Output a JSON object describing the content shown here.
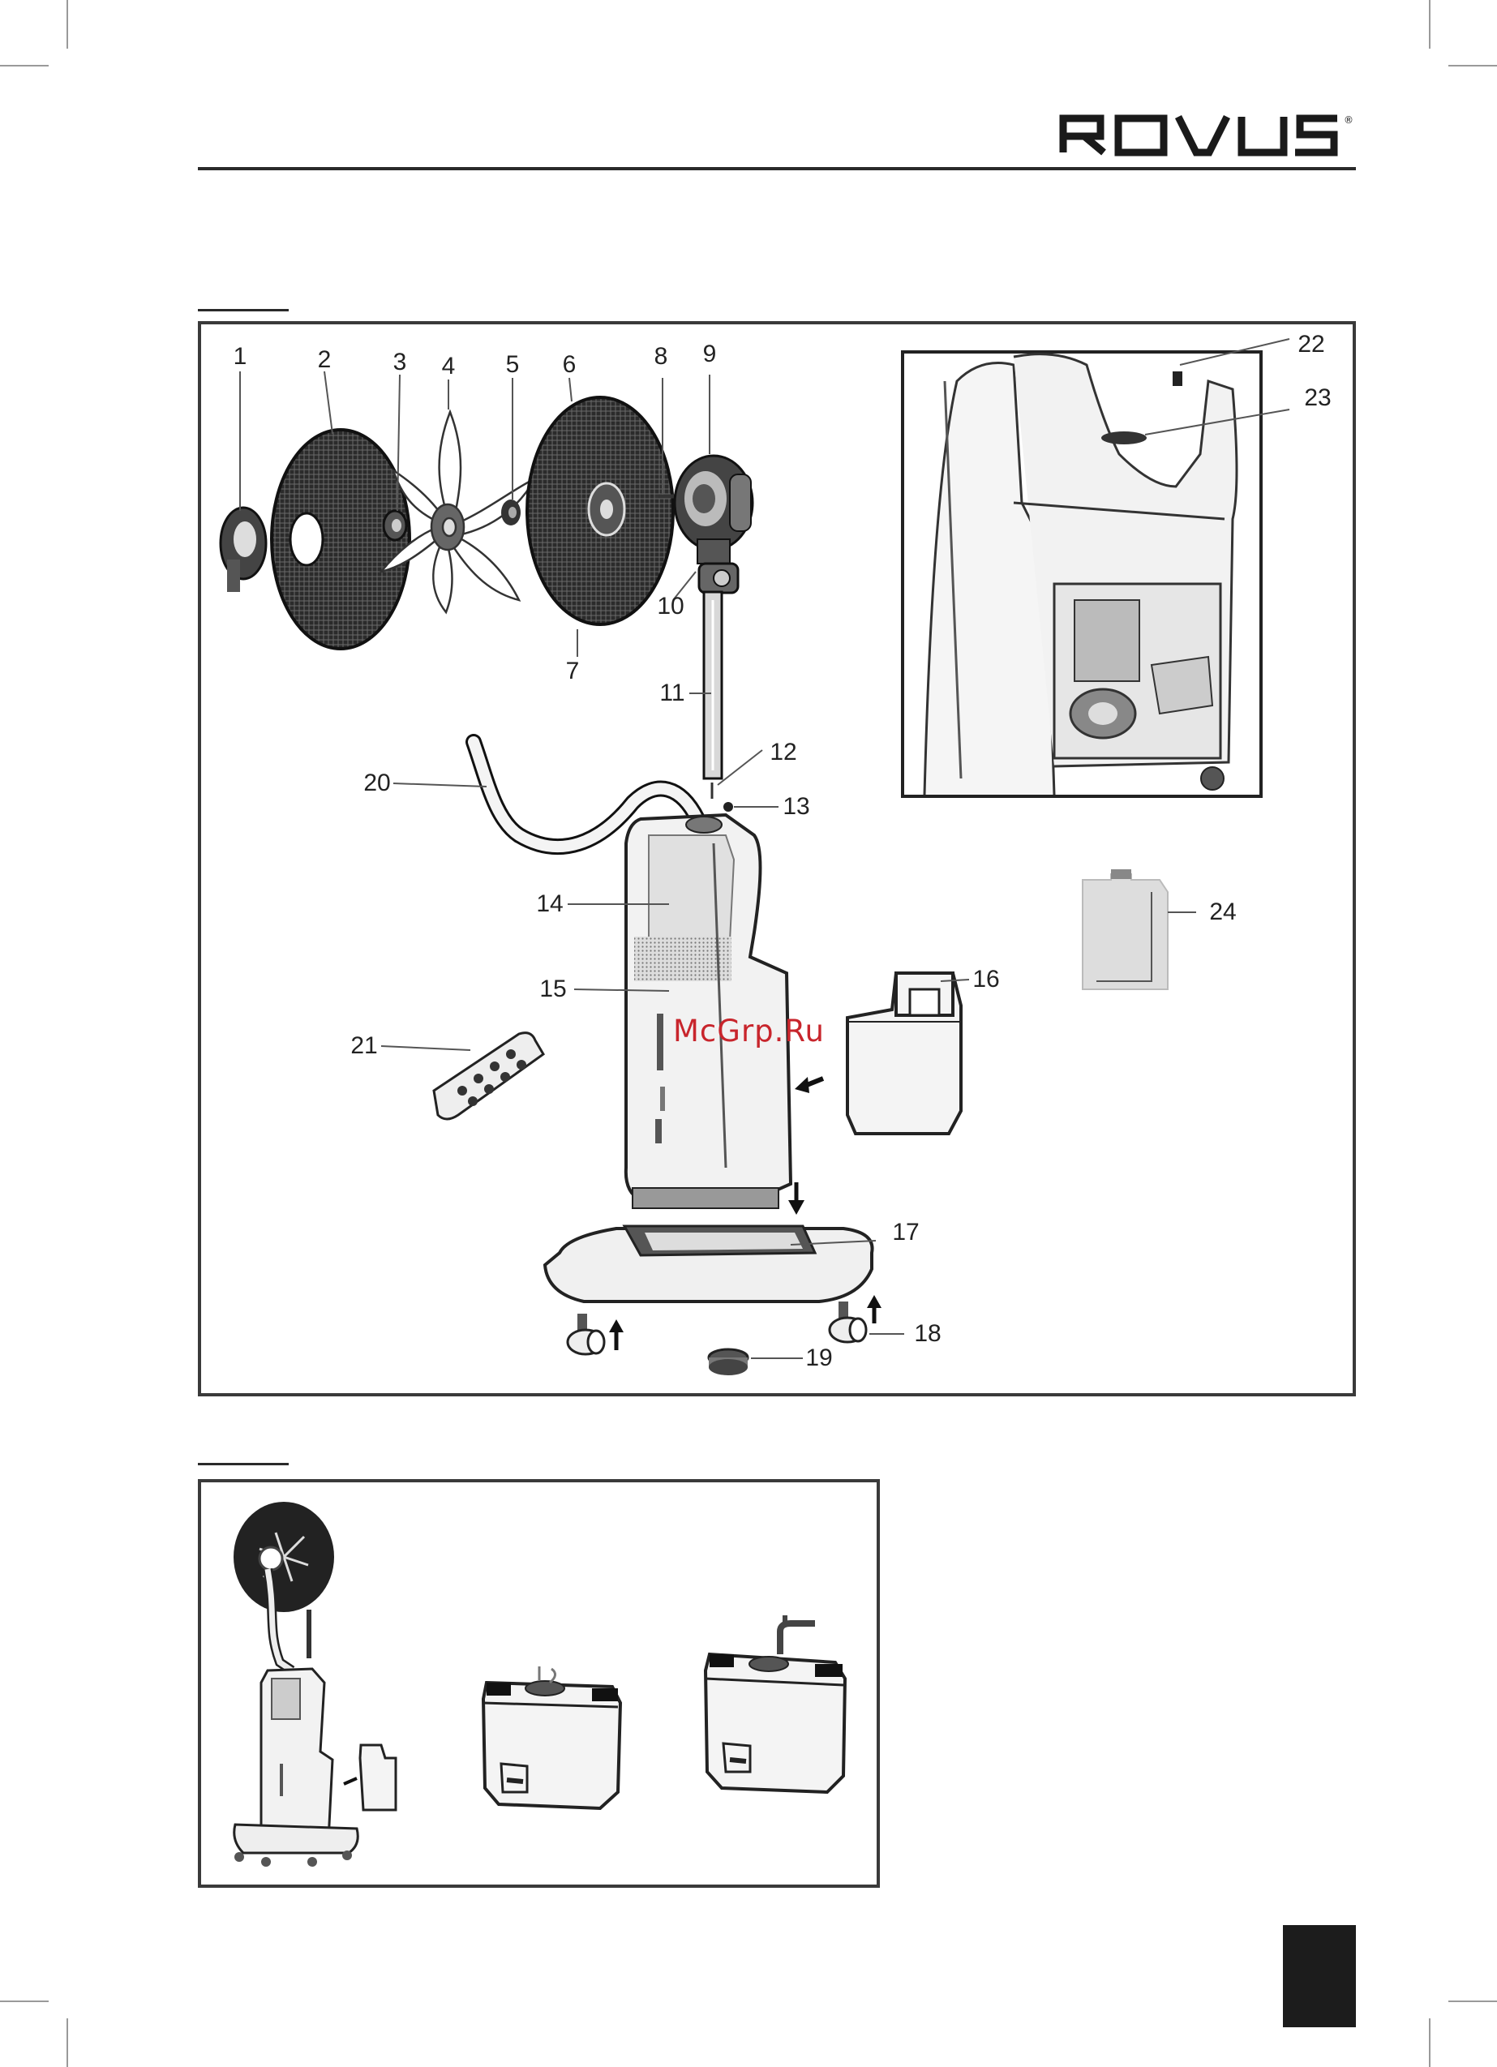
{
  "brand": {
    "name": "RQVUS",
    "registered_mark": "®"
  },
  "watermark": "McGrp.Ru",
  "callouts": [
    "1",
    "2",
    "3",
    "4",
    "5",
    "6",
    "7",
    "8",
    "9",
    "10",
    "11",
    "12",
    "13",
    "14",
    "15",
    "16",
    "17",
    "18",
    "19",
    "20",
    "21",
    "22",
    "23",
    "24"
  ],
  "colors": {
    "ink": "#1a1a1a",
    "watermark": "#c8252c",
    "frame": "#3a3a3a",
    "page_block": "#1c1c1c"
  }
}
